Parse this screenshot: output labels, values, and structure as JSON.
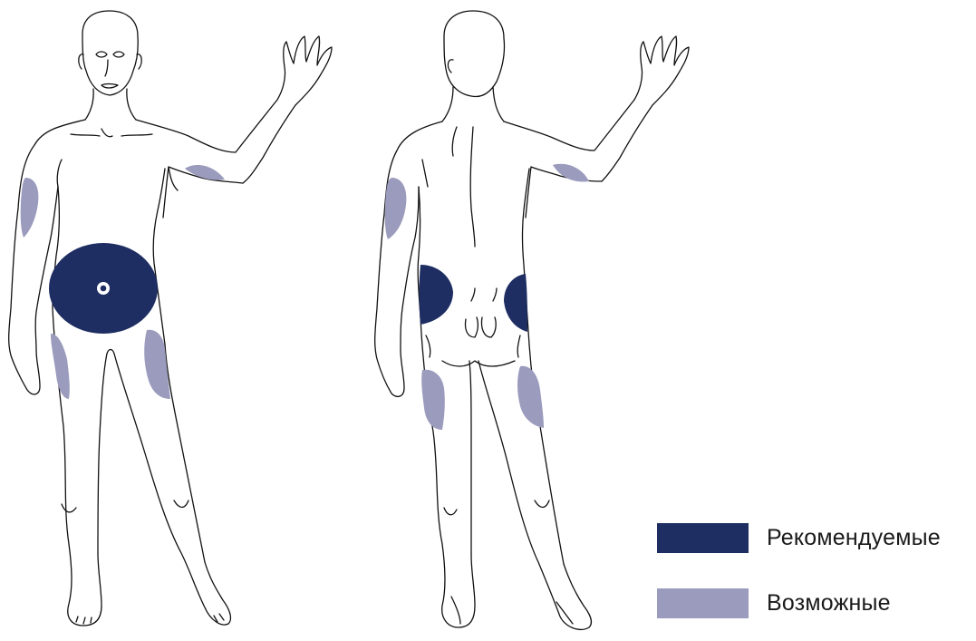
{
  "colors": {
    "recommended": "#1e2d62",
    "possible": "#9b9bbd",
    "outline": "#111111"
  },
  "figures": {
    "front": "front-view",
    "back": "back-view"
  },
  "legend": {
    "items": [
      {
        "label": "Рекомендуемые",
        "color": "#1e2d62"
      },
      {
        "label": "Возможные",
        "color": "#9b9bbd"
      }
    ]
  }
}
